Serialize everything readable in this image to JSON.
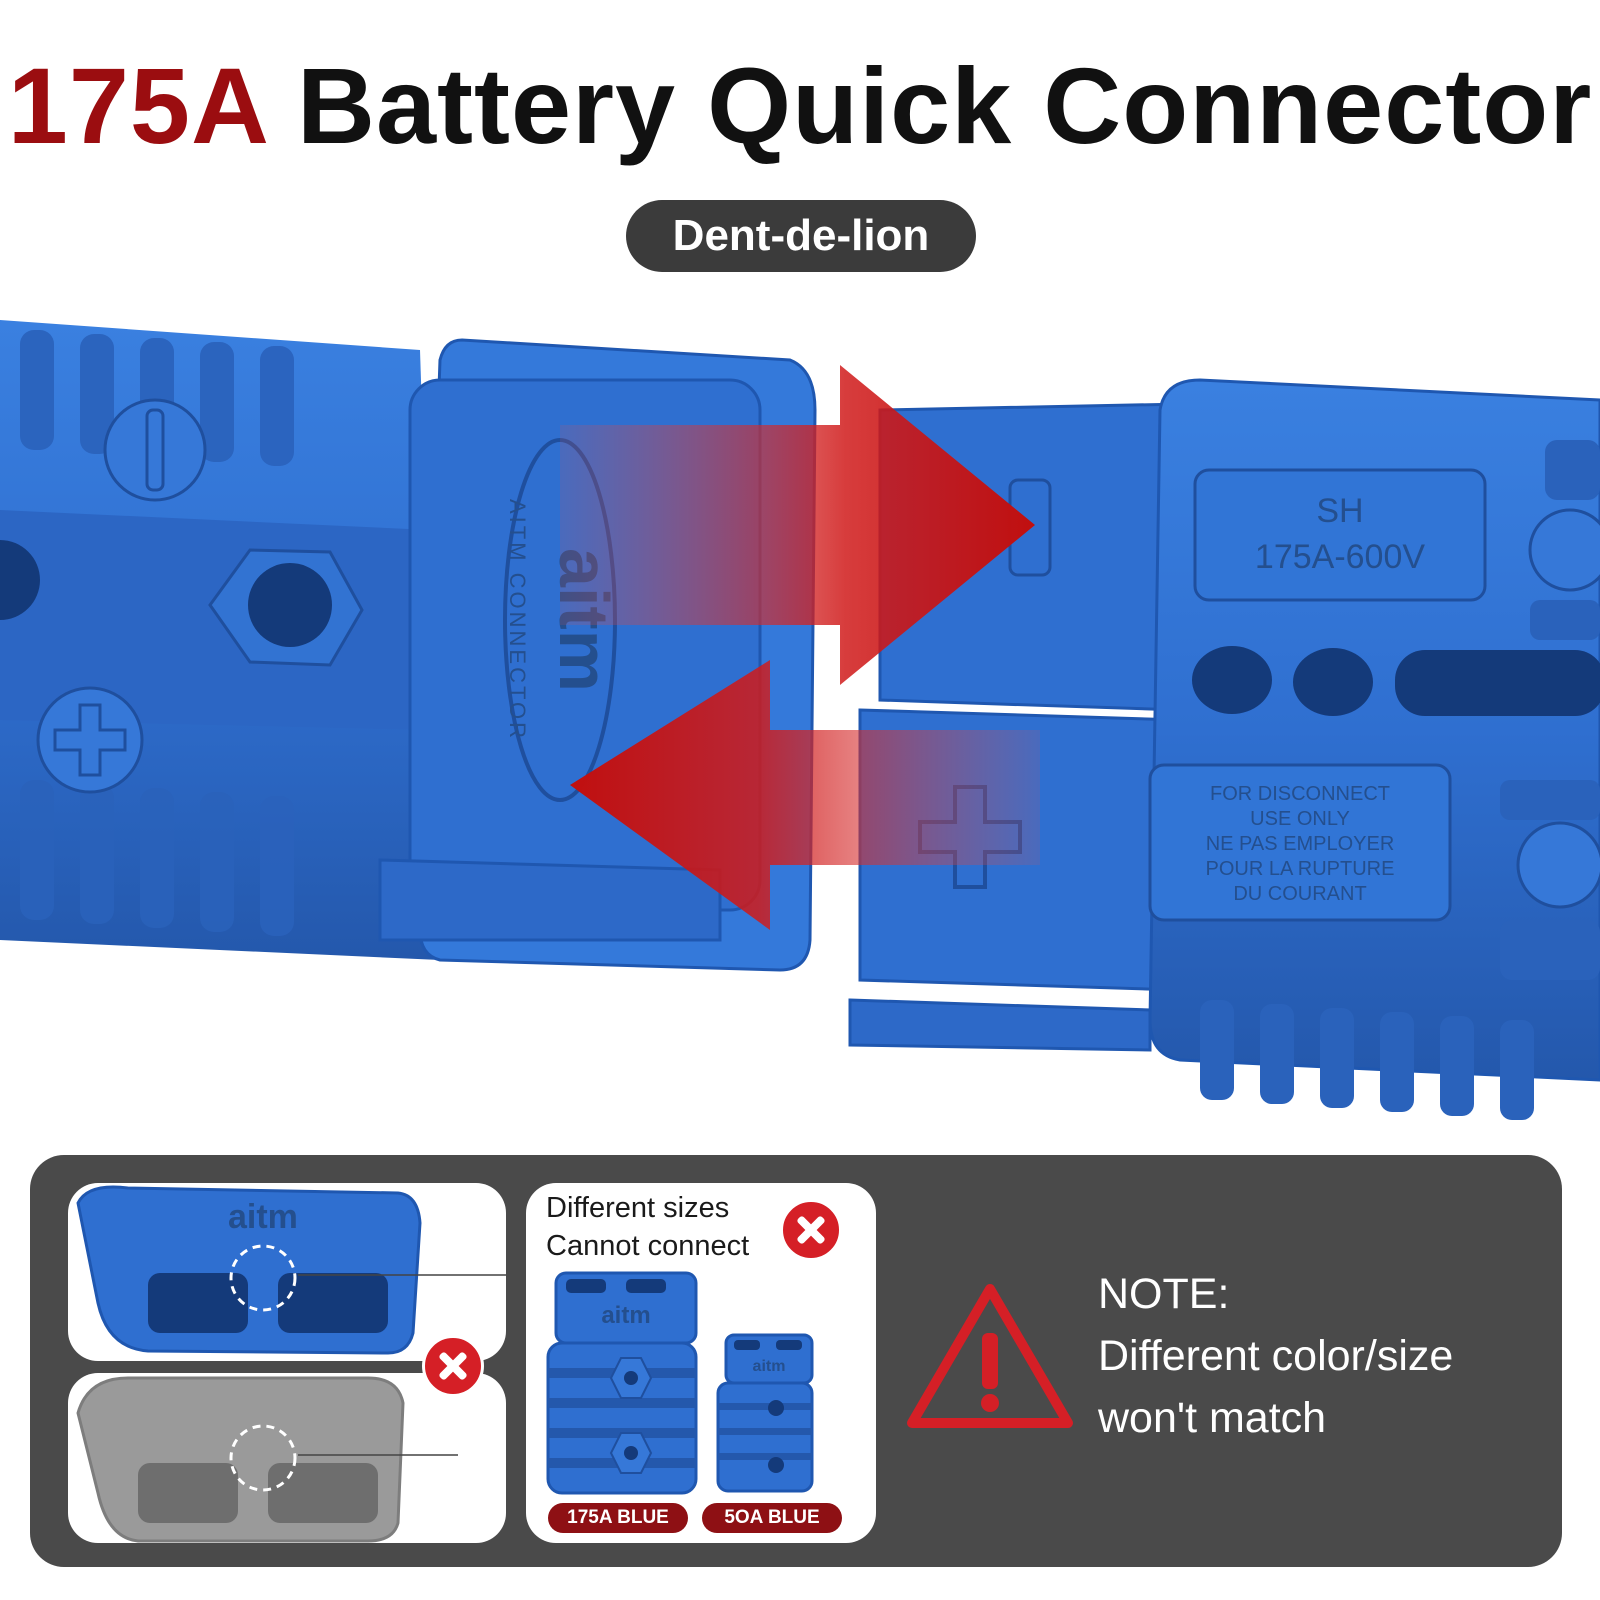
{
  "title": {
    "accent": "175A",
    "rest": "Battery Quick Connector"
  },
  "brand": "Dent-de-lion",
  "connector_left": {
    "logo_text": "aitm",
    "logo_subtext": "AITM CONNECTOR"
  },
  "connector_right": {
    "model": "SH",
    "rating": "175A-600V",
    "warning_lines": [
      "FOR DISCONNECT",
      "USE ONLY",
      "NE PAS EMPLOYER",
      "POUR LA RUPTURE",
      "DU COURANT"
    ]
  },
  "comparison": {
    "heading_line1": "Different sizes",
    "heading_line2": "Cannot connect",
    "tag_large": "175A BLUE",
    "tag_small": "5OA BLUE",
    "mini_logo": "aitm"
  },
  "note": {
    "label": "NOTE:",
    "line1": "Different color/size",
    "line2": "won't match"
  },
  "colors": {
    "connector_blue": "#2f6fd0",
    "accent_red": "#9b0d10",
    "badge_red": "#d51f26",
    "panel_gray": "#4a4a4a"
  }
}
